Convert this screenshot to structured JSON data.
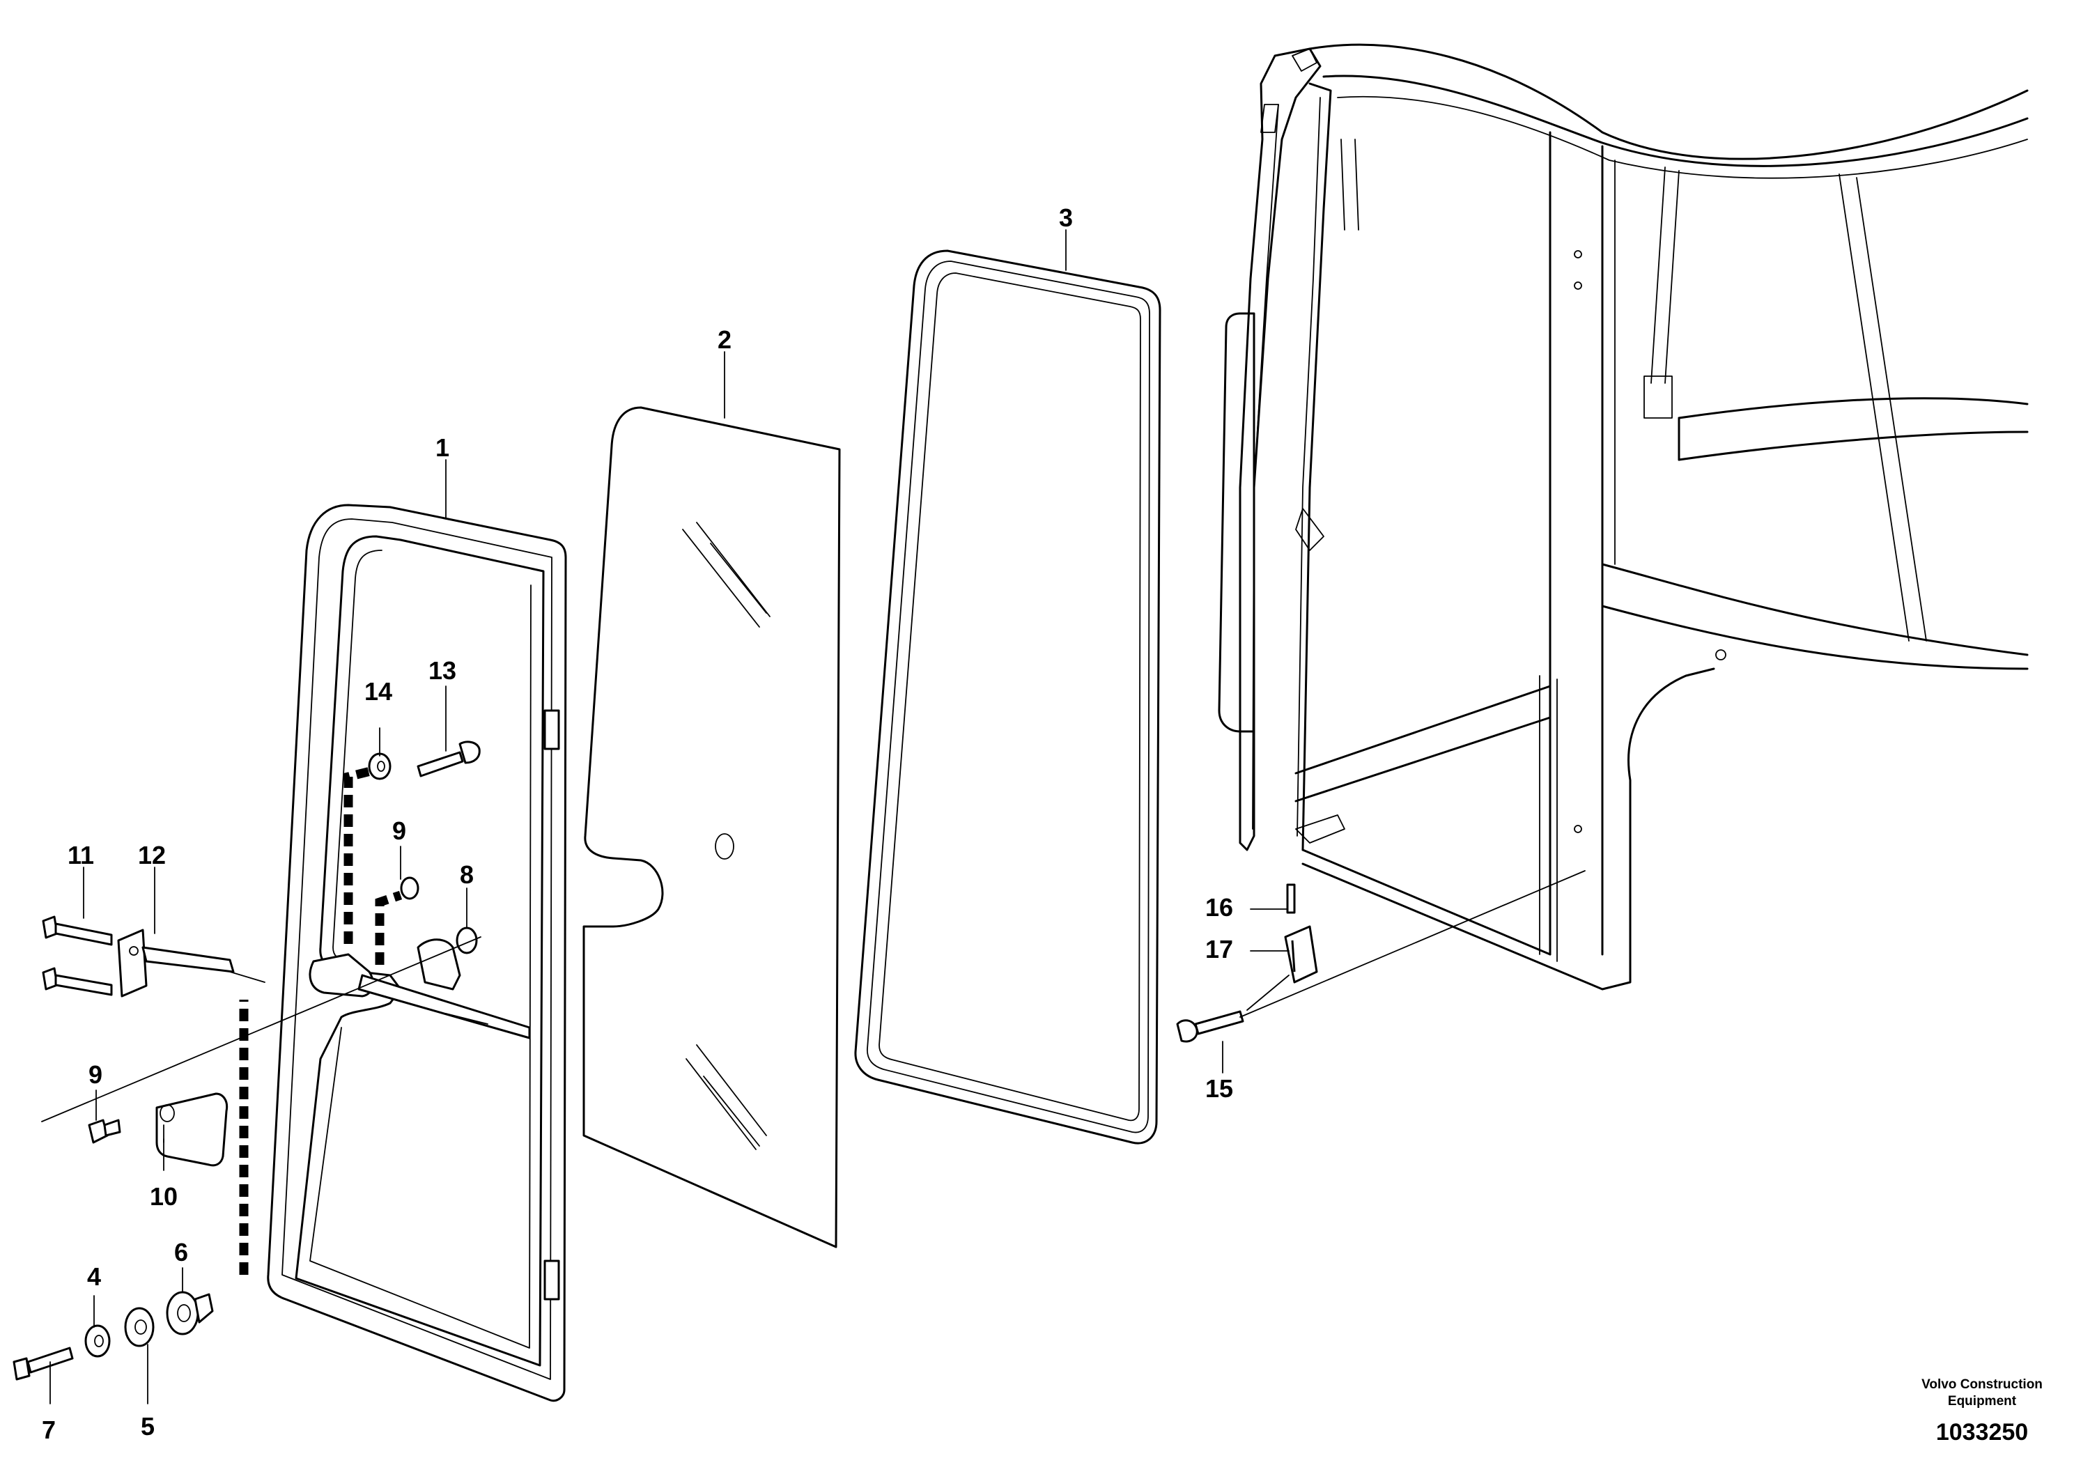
{
  "title": "",
  "footer": {
    "brand_line1": "Volvo Construction",
    "brand_line2": "Equipment",
    "document_number": "1033250"
  },
  "callouts": [
    {
      "id": "1",
      "part": "door-frame"
    },
    {
      "id": "2",
      "part": "door-glass"
    },
    {
      "id": "3",
      "part": "glass-seal"
    },
    {
      "id": "4",
      "part": "washer"
    },
    {
      "id": "5",
      "part": "washer"
    },
    {
      "id": "6",
      "part": "bumper"
    },
    {
      "id": "7",
      "part": "screw"
    },
    {
      "id": "8",
      "part": "nut"
    },
    {
      "id": "9",
      "part": "nut"
    },
    {
      "id": "9",
      "part": "nut"
    },
    {
      "id": "10",
      "part": "latch-plate"
    },
    {
      "id": "11",
      "part": "screw"
    },
    {
      "id": "12",
      "part": "lock"
    },
    {
      "id": "13",
      "part": "screw"
    },
    {
      "id": "14",
      "part": "washer"
    },
    {
      "id": "15",
      "part": "screw"
    },
    {
      "id": "16",
      "part": "pin"
    },
    {
      "id": "17",
      "part": "striker"
    }
  ]
}
